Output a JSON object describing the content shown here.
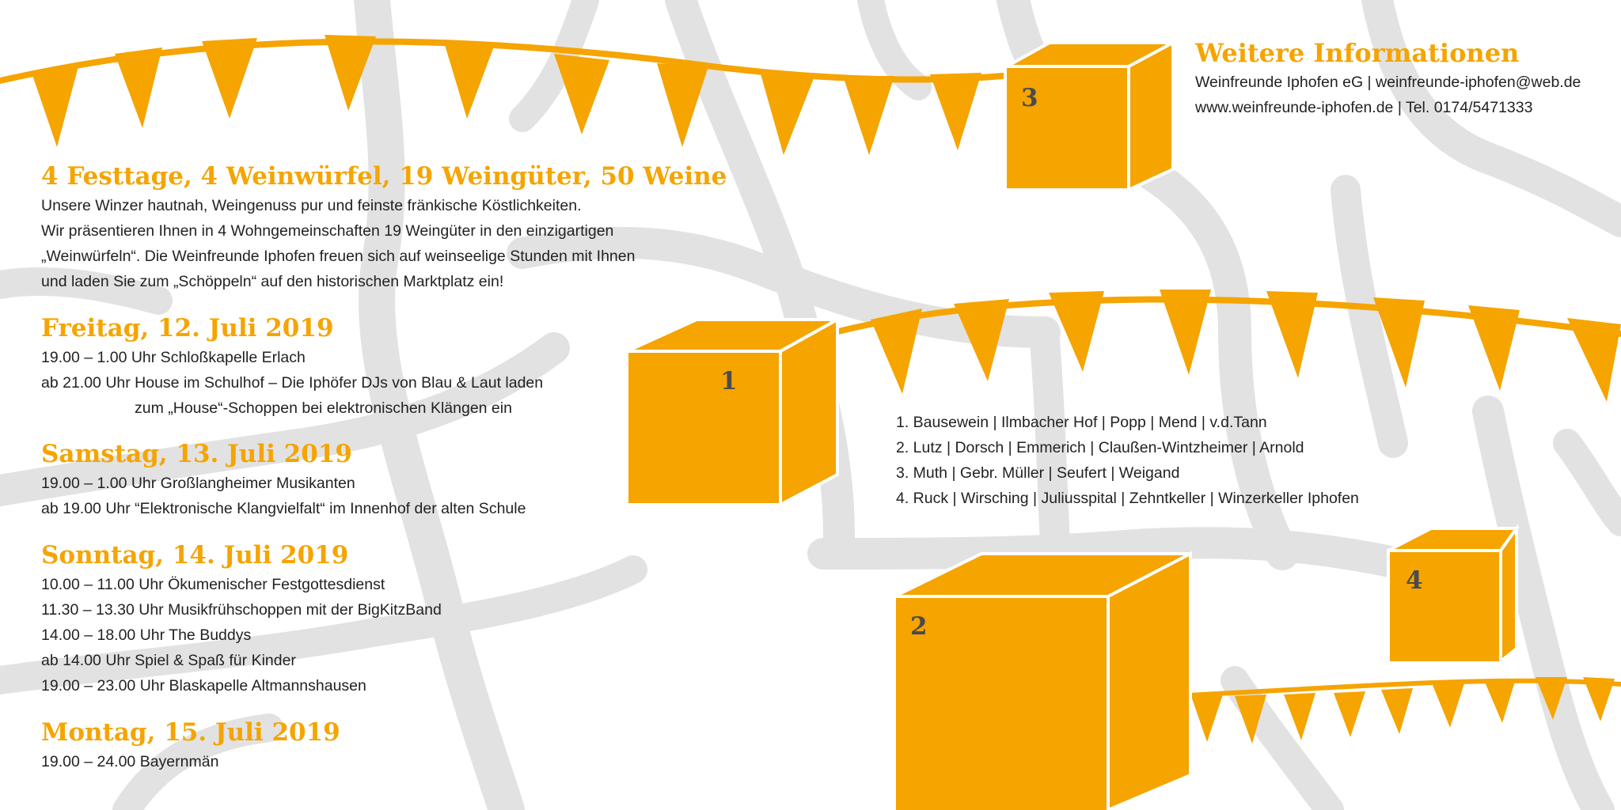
{
  "colors": {
    "accent": "#f5a400",
    "map_streets": "#e2e2e2",
    "background": "#ffffff",
    "text": "#222222",
    "cube_number": "#4b4b4b"
  },
  "info": {
    "heading": "Weitere Informationen",
    "line1": "Weinfreunde Iphofen eG | weinfreunde-iphofen@web.de",
    "line2": "www.weinfreunde-iphofen.de | Tel. 0174/5471333"
  },
  "intro": {
    "heading": "4 Festtage, 4 Weinwürfel, 19 Weingüter, 50 Weine",
    "lines": [
      "Unsere Winzer hautnah, Weingenuss pur und feinste fränkische Köstlichkeiten.",
      "Wir präsentieren Ihnen in 4 Wohngemeinschaften 19 Weingüter in den einzigartigen",
      "„Weinwürfeln“. Die Weinfreunde Iphofen freuen sich auf weinseelige Stunden mit Ihnen",
      "und laden Sie zum „Schöppeln“ auf den historischen Marktplatz ein!"
    ]
  },
  "days": [
    {
      "title": "Freitag, 12. Juli 2019",
      "lines": [
        "19.00 – 1.00 Uhr Schloßkapelle Erlach",
        "ab 21.00 Uhr House im Schulhof – Die Iphöfer DJs von Blau & Laut laden",
        "zum „House“-Schoppen bei elektronischen Klängen ein"
      ]
    },
    {
      "title": "Samstag, 13. Juli 2019",
      "lines": [
        "19.00 – 1.00 Uhr Großlangheimer Musikanten",
        "ab 19.00 Uhr “Elektronische Klangvielfalt“ im Innenhof der alten Schule"
      ]
    },
    {
      "title": "Sonntag, 14. Juli 2019",
      "lines": [
        "10.00 – 11.00 Uhr Ökumenischer Festgottesdienst",
        "11.30 – 13.30 Uhr Musikfrühschoppen mit der BigKitzBand",
        "14.00 – 18.00 Uhr The Buddys",
        "ab 14.00 Uhr Spiel & Spaß für Kinder",
        "19.00 – 23.00 Uhr Blaskapelle Altmannshausen"
      ]
    },
    {
      "title": "Montag, 15. Juli 2019",
      "lines": [
        "19.00 – 24.00 Bayernmän"
      ]
    }
  ],
  "wineries": [
    "1. Bausewein | Ilmbacher Hof | Popp | Mend | v.d.Tann",
    "2. Lutz | Dorsch | Emmerich | Claußen-Wintzheimer | Arnold",
    "3. Muth | Gebr. Müller | Seufert | Weigand",
    "4. Ruck | Wirsching | Juliusspital | Zehntkeller | Winzerkeller Iphofen"
  ],
  "cubes": {
    "c1": "1",
    "c2": "2",
    "c3": "3",
    "c4": "4"
  }
}
